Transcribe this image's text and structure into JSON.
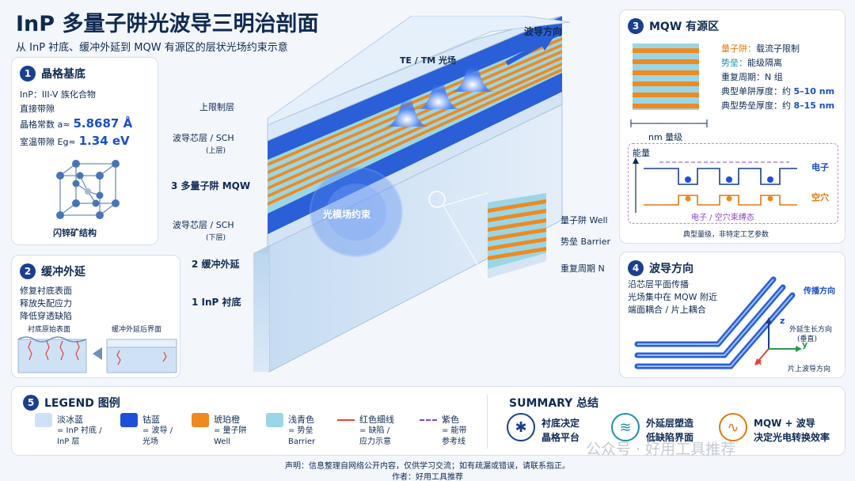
{
  "header": {
    "title": "InP 多量子阱光波导三明治剖面",
    "subtitle": "从 InP 衬底、缓冲外延到 MQW 有源区的层状光场约束示意"
  },
  "panel1": {
    "num": "1",
    "title": "晶格基底",
    "line1": "InP：III-V 族化合物",
    "line2": "直接带隙",
    "lattice_label": "晶格常数 a≈",
    "lattice_value": "5.8687 Å",
    "gap_label": "室温带隙 Eg≈",
    "gap_value": "1.34 eV",
    "structure_label": "闪锌矿结构"
  },
  "panel2": {
    "num": "2",
    "title": "缓冲外延",
    "items": [
      "修复衬底表面",
      "释放失配应力",
      "降低穿透缺陷"
    ],
    "before_label": "衬底原始表面",
    "after_label": "缓冲外延后界面"
  },
  "panel3": {
    "num": "3",
    "title": "MQW 有源区",
    "well_key": "量子阱：",
    "well_val": "载流子限制",
    "barrier_key": "势垒：",
    "barrier_val": "能级隔离",
    "period": "重复周期：N 组",
    "well_thick_key": "典型单阱厚度：约 ",
    "well_thick_val": "5–10 nm",
    "barrier_thick_key": "典型势垒厚度：约 ",
    "barrier_thick_val": "8–15 nm",
    "scale_label": "nm 量级",
    "energy_label": "能量",
    "electron_label": "电子",
    "hole_label": "空穴",
    "confine_label": "电子 / 空穴束缚态",
    "note": "典型量级，非特定工艺参数"
  },
  "panel4": {
    "num": "4",
    "title": "波导方向",
    "items": [
      "沿芯层平面传播",
      "光场集中在 MQW 附近",
      "端面耦合 / 片上耦合"
    ],
    "propagation_label": "传播方向",
    "z_label": "z",
    "y_label": "y",
    "x_label": "x",
    "z_desc_1": "外延生长方向",
    "z_desc_2": "(垂直)",
    "y_desc": "片上波导方向"
  },
  "center": {
    "mode_label": "TE / TM 光场",
    "direction_label": "波导方向",
    "upper_clad": "上限制层",
    "sch_upper_1": "波导芯层 / SCH",
    "sch_upper_2": "(上层)",
    "mqw_label": "3 多量子阱 MQW",
    "mode_confine": "光模场约束",
    "sch_lower_1": "波导芯层 / SCH",
    "sch_lower_2": "(下层)",
    "buffer_label": "2 缓冲外延",
    "substrate_label": "1 InP 衬底",
    "zoom_well": "量子阱 Well",
    "zoom_barrier": "势垒 Barrier",
    "zoom_period": "重复周期 N"
  },
  "legend": {
    "num": "5",
    "title": "LEGEND 图例",
    "items": [
      {
        "name": "淡冰蓝",
        "desc1": "= InP 衬底 /",
        "desc2": "InP 层",
        "color": "#cfe2f5"
      },
      {
        "name": "钴蓝",
        "desc1": "= 波导 /",
        "desc2": "光场",
        "color": "#1d4fd8"
      },
      {
        "name": "琥珀橙",
        "desc1": "= 量子阱",
        "desc2": "Well",
        "color": "#ee8a1f"
      },
      {
        "name": "浅青色",
        "desc1": "= 势垒",
        "desc2": "Barrier",
        "color": "#9ad6e6"
      },
      {
        "name": "红色细线",
        "desc1": "= 缺陷 /",
        "desc2": "应力示意",
        "color": "#e0443a"
      },
      {
        "name": "紫色",
        "desc1": "= 能带",
        "desc2": "参考线",
        "color": "#8e44c8"
      }
    ]
  },
  "summary": {
    "title": "SUMMARY 总结",
    "items": [
      {
        "line1": "衬底决定",
        "line2": "晶格平台"
      },
      {
        "line1": "外延层塑造",
        "line2": "低缺陷界面"
      },
      {
        "line1": "MQW + 波导",
        "line2": "决定光电转换效率"
      }
    ]
  },
  "footer": {
    "disclaimer": "声明：信息整理自网络公开内容，仅供学习交流；如有疏漏或错误，请联系指正。",
    "author": "作者：好用工具推荐",
    "watermark": "公众号 · 好用工具推荐"
  }
}
